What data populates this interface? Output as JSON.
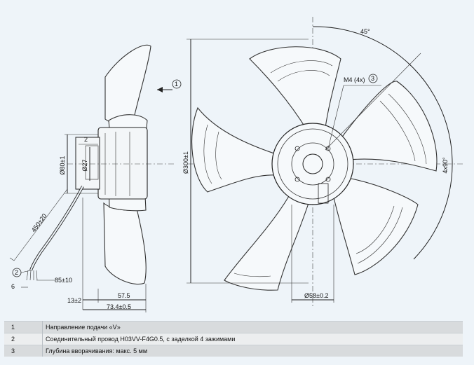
{
  "labels": {
    "angle_45": "45°",
    "bolts": "M4 (4x)",
    "callout_3": "3",
    "callout_1": "1",
    "callout_2": "2",
    "dia_300": "Ø300±1",
    "angle_4x90": "4x90°",
    "dia_58": "Ø58±0.2",
    "dia_80": "Ø80±1",
    "dia_27": "Ø27",
    "dim_2": "2",
    "cable_450": "450±20",
    "dim_6": "6",
    "dim_85": "85±10",
    "dim_13": "13±2",
    "dim_57": "57.5",
    "dim_73": "73.4±0.5"
  },
  "legend": [
    {
      "num": "1",
      "text": "Направление подачи «V»"
    },
    {
      "num": "2",
      "text": "Соединительный провод H03VV-F4G0.5, с заделкой 4 зажимами"
    },
    {
      "num": "3",
      "text": "Глубина вворачивания: макс. 5 мм"
    }
  ]
}
